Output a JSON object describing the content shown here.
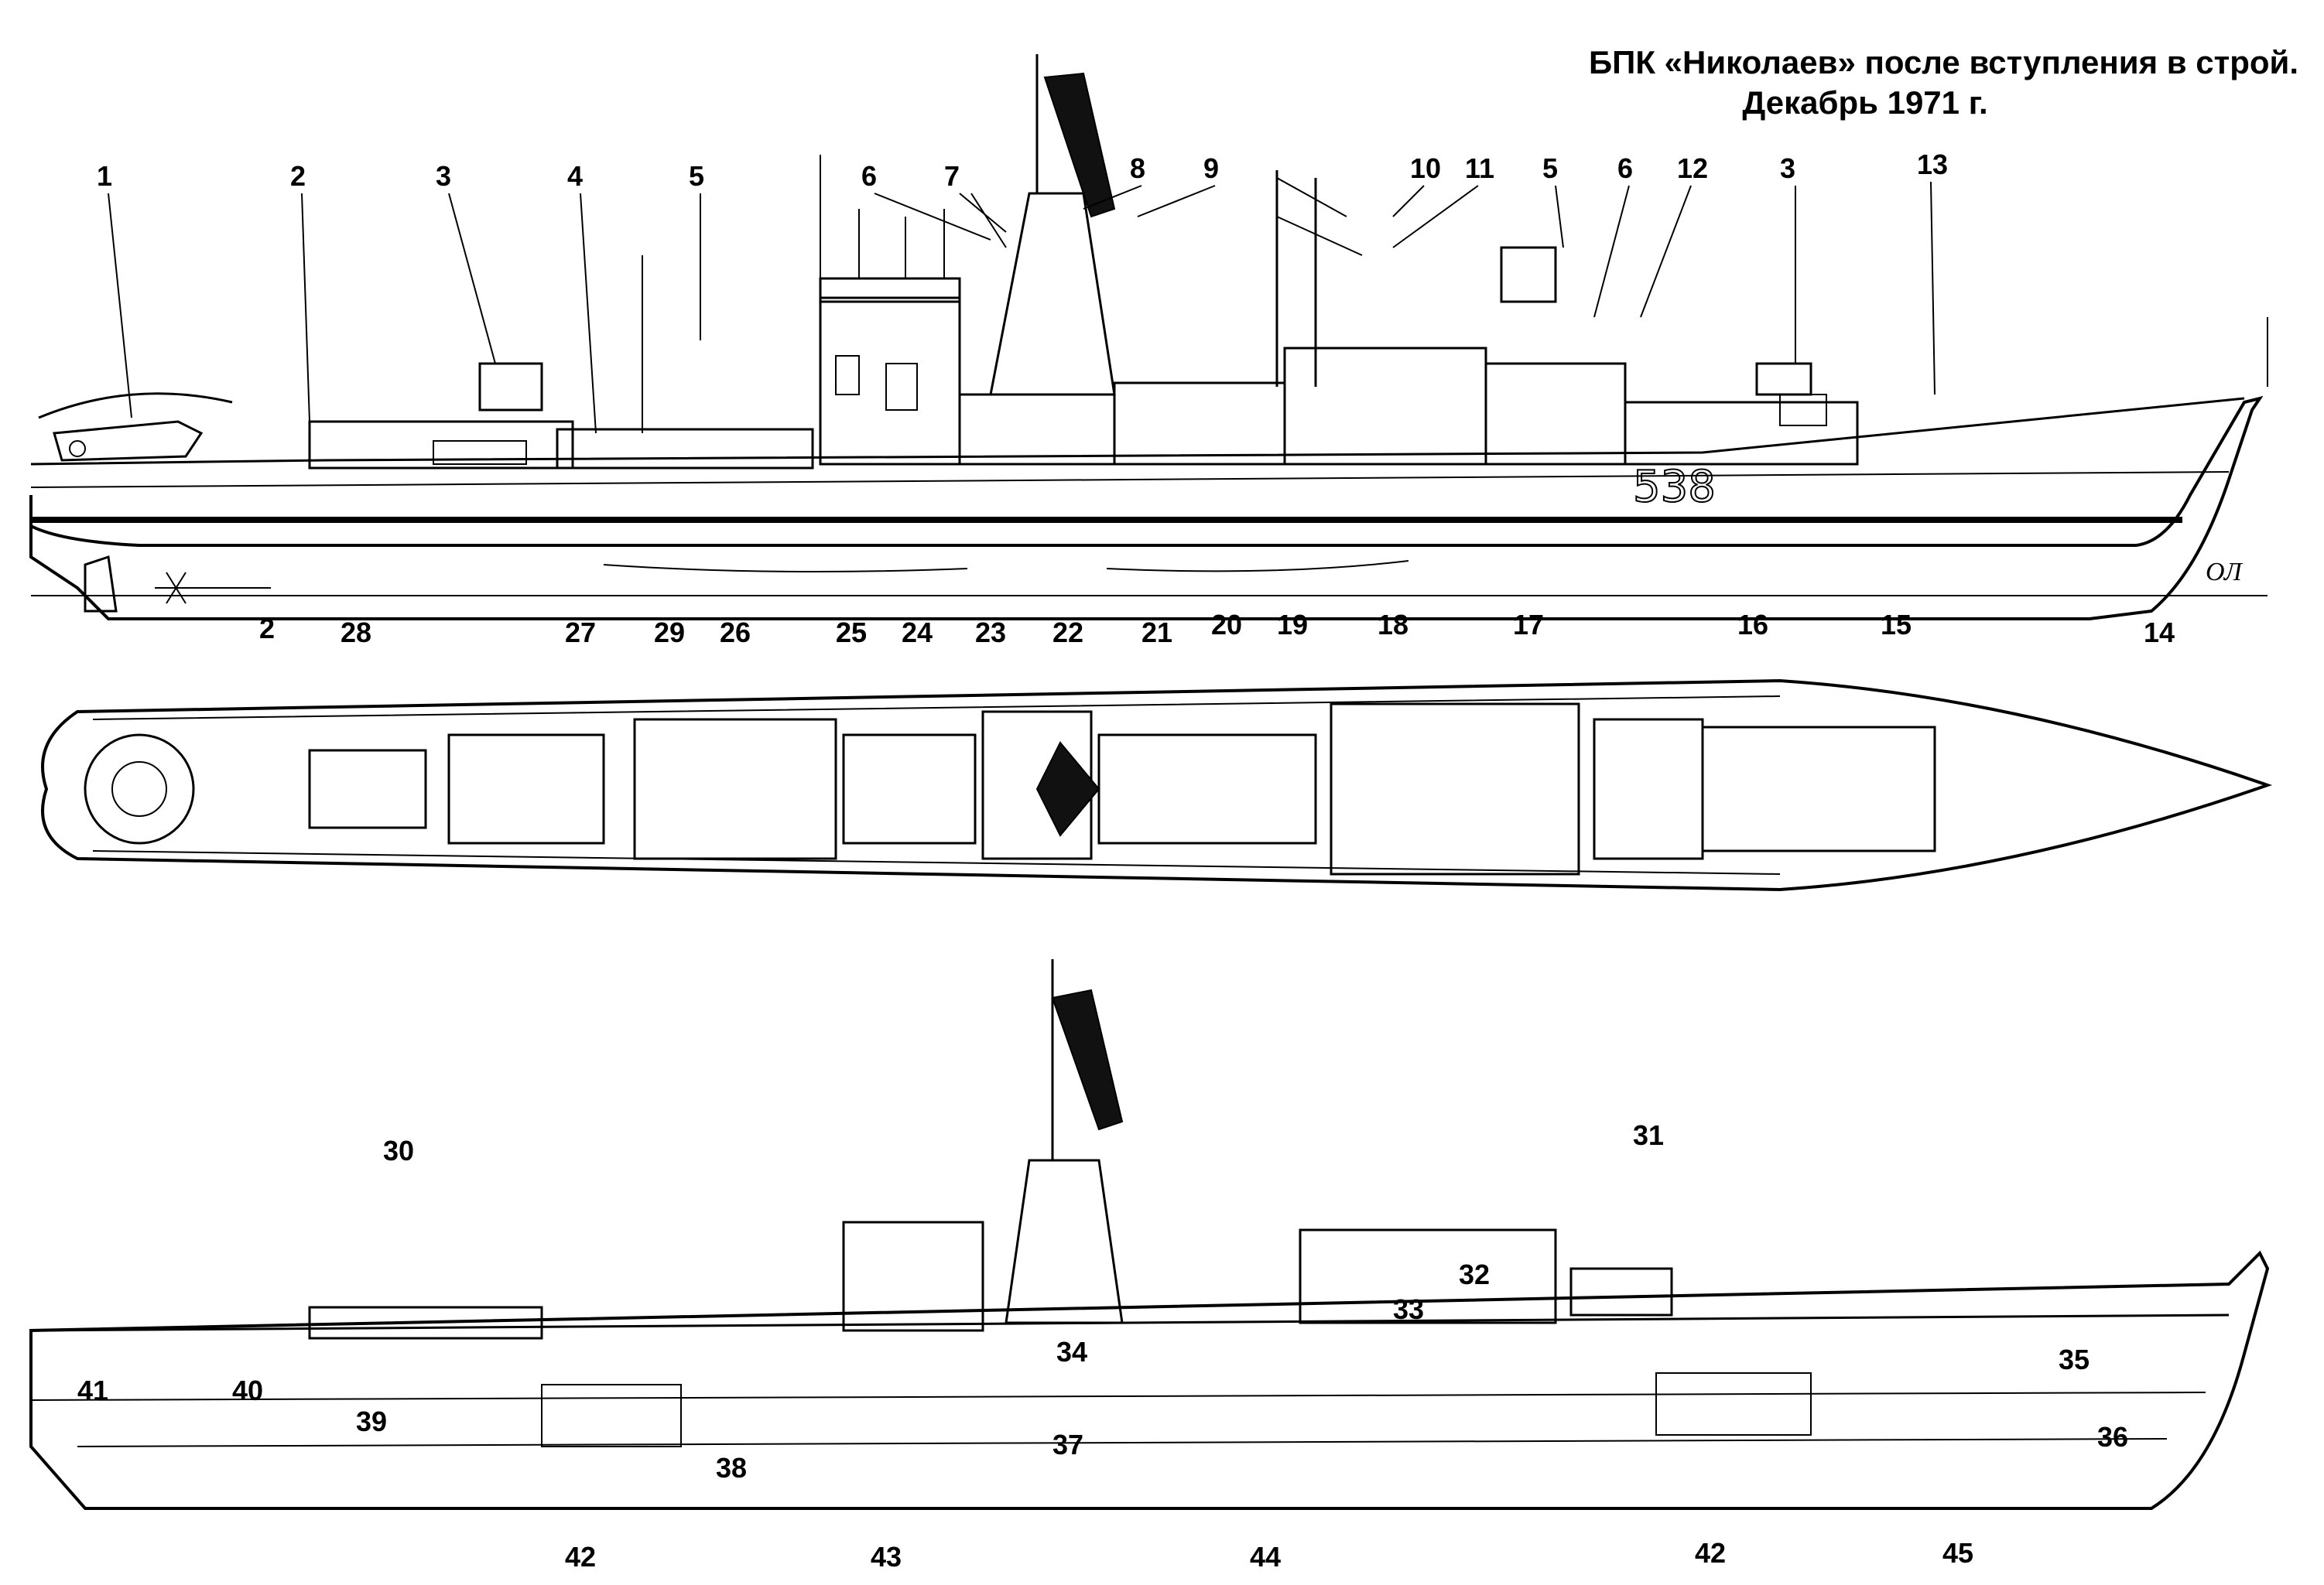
{
  "title": {
    "line1": "БПК «Николаев» после вступления в строй.",
    "line2": "Декабрь 1971 г."
  },
  "hull_number": "538",
  "waterline_label": "ОЛ",
  "callouts": {
    "profile_top": [
      "1",
      "2",
      "3",
      "4",
      "5",
      "6",
      "7",
      "8",
      "9",
      "10",
      "11",
      "5",
      "6",
      "12",
      "3",
      "13"
    ],
    "profile_bottom": [
      "28",
      "27",
      "29",
      "26",
      "25",
      "24",
      "23",
      "22",
      "21",
      "20",
      "19",
      "18",
      "17",
      "16",
      "15",
      "14"
    ],
    "plan_top": [
      "2",
      "25"
    ],
    "section_top": [
      "30",
      "31"
    ],
    "compartments": [
      "41",
      "40",
      "39",
      "38",
      "34",
      "37",
      "33",
      "32",
      "35",
      "36"
    ],
    "section_bottom": [
      "42",
      "43",
      "44",
      "42",
      "45"
    ]
  }
}
